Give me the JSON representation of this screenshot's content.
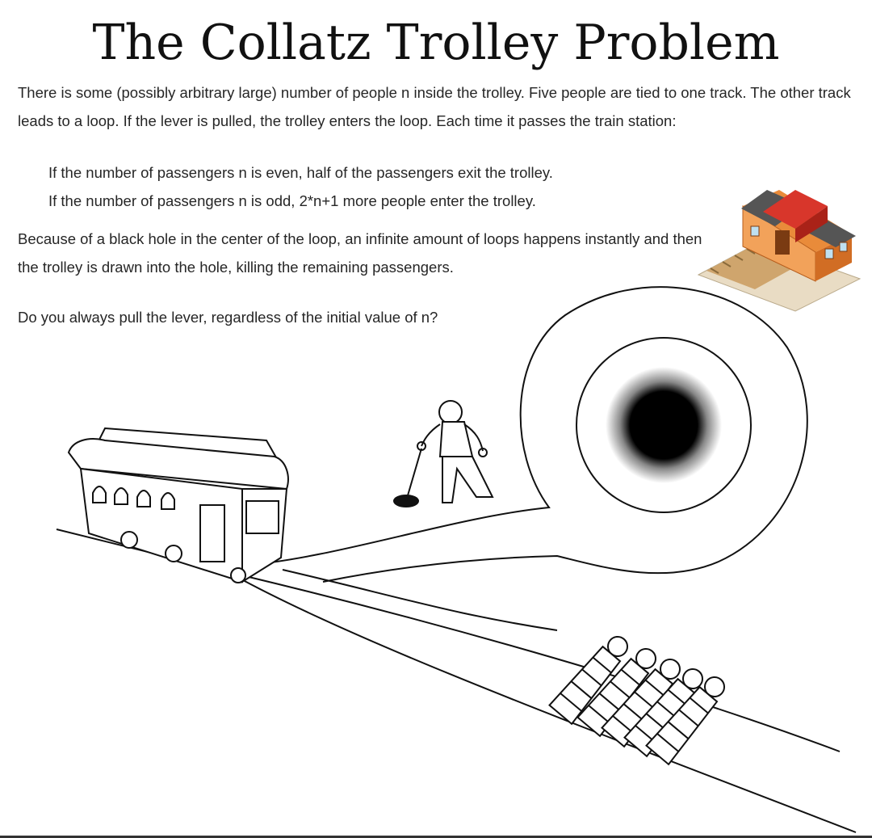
{
  "title": "The Collatz Trolley Problem",
  "intro": "There is some (possibly arbitrary large) number of people n inside the trolley. Five people are tied to one track. The other track leads to a loop. If the lever is pulled, the trolley enters the loop. Each time it passes the train station:",
  "rule_even": "If the number of passengers n is even, half of the passengers exit the trolley.",
  "rule_odd": "If the number of passengers n is odd, 2*n+1 more people enter the trolley.",
  "black_hole": "Because of a black hole in the center of the loop, an infinite amount of loops happens instantly and then the trolley is drawn into the hole, killing the remaining passengers.",
  "question": "Do you always pull the lever, regardless of the initial value of n?",
  "icons": [
    "train-station-icon",
    "trolley-icon",
    "lever-man-icon",
    "black-hole-icon",
    "tied-people-icon"
  ],
  "colors": {
    "station_roof": "#d8362b",
    "station_wall": "#e98b3a",
    "black_hole": "#000000"
  }
}
